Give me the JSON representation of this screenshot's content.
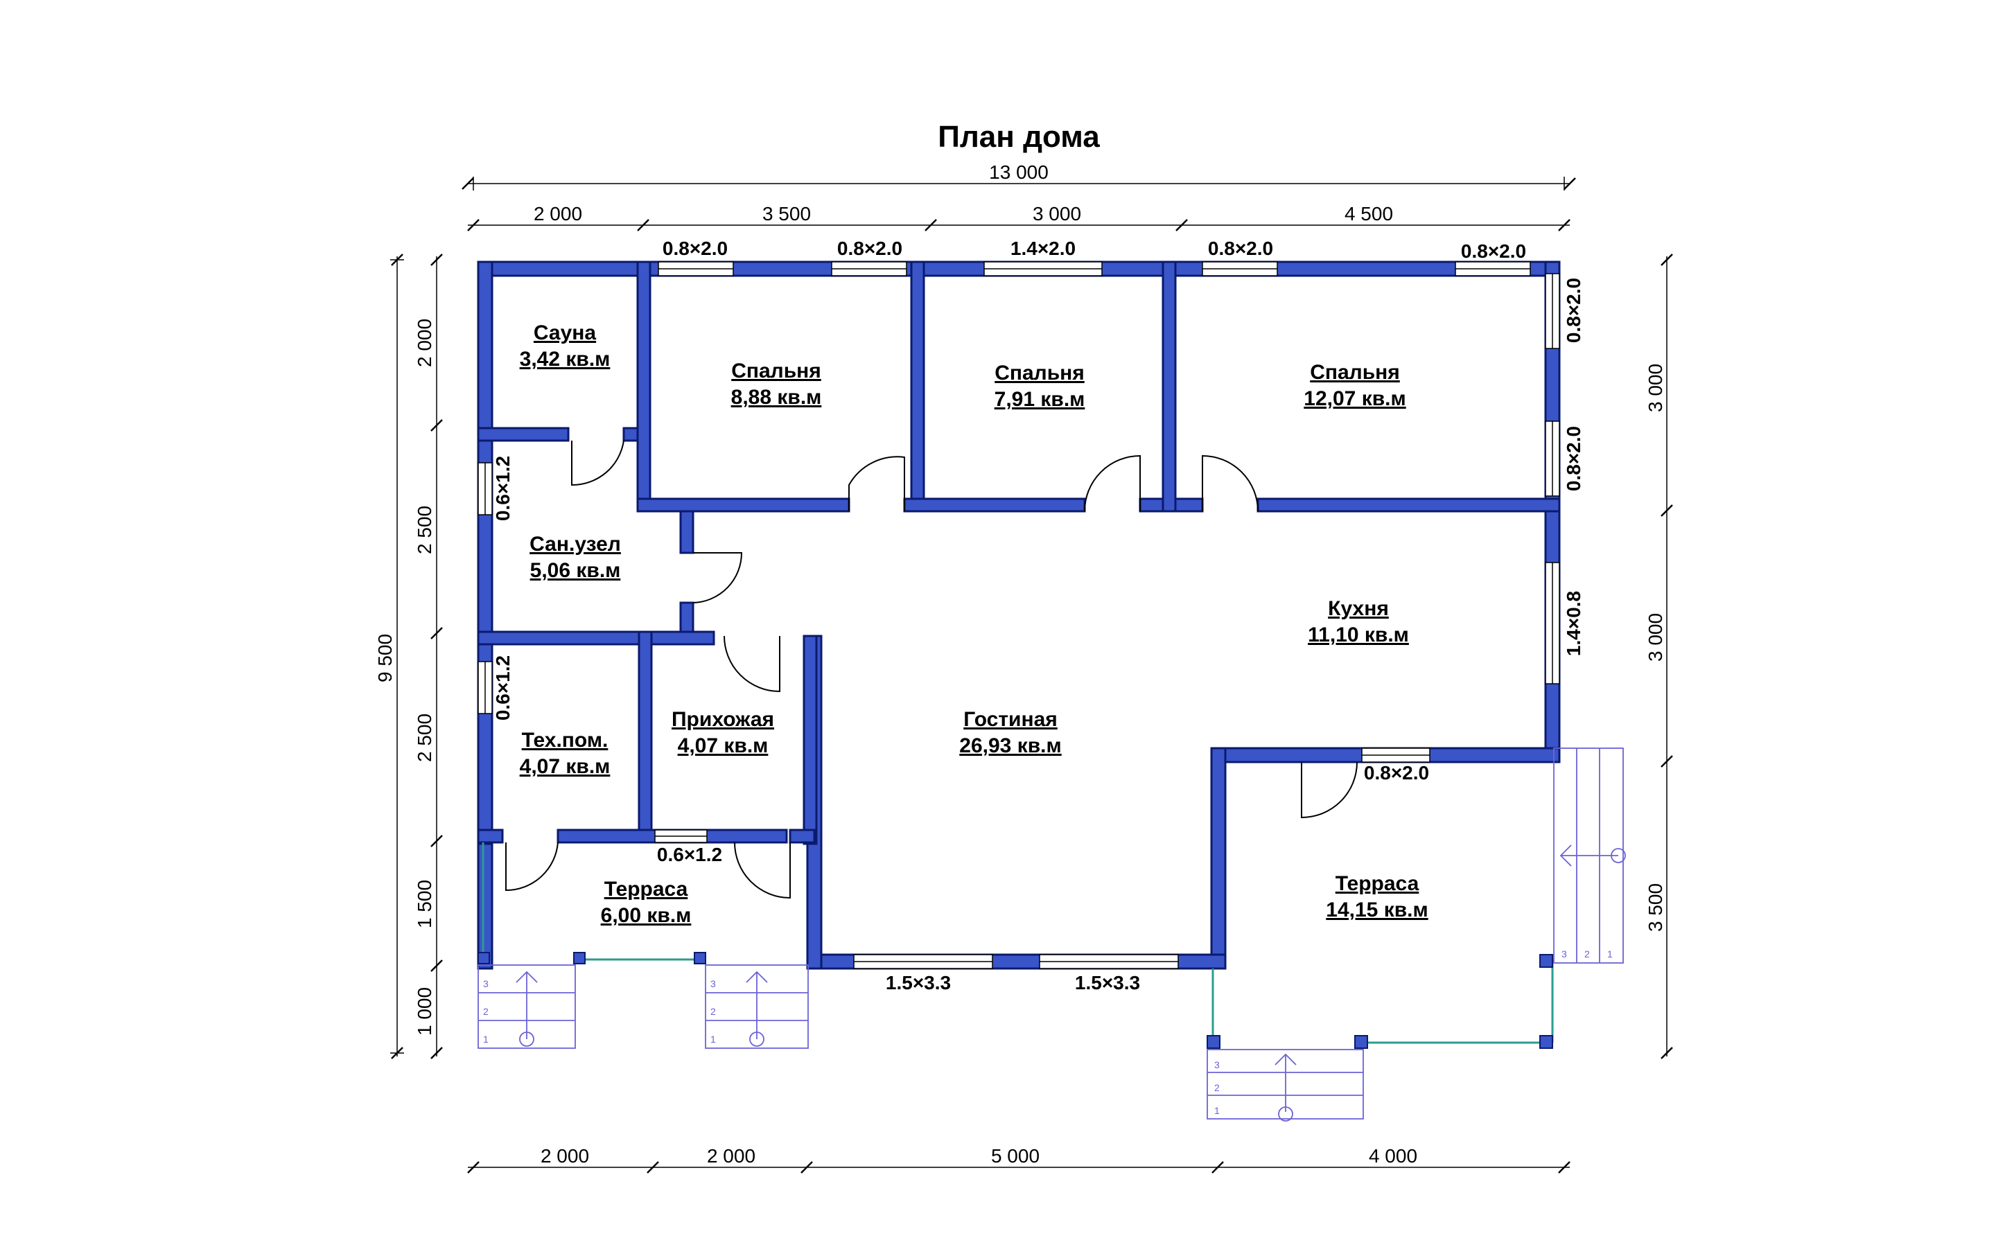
{
  "title": "План дома",
  "dimensions": {
    "top_total": "13 000",
    "top": [
      "2 000",
      "3 500",
      "3 000",
      "4 500"
    ],
    "bottom": [
      "2 000",
      "2 000",
      "5 000",
      "4 000"
    ],
    "left_total": "9 500",
    "left": [
      "2 000",
      "2 500",
      "2 500",
      "1 500",
      "1 000"
    ],
    "right": [
      "3 000",
      "3 000",
      "3 500"
    ]
  },
  "rooms": [
    {
      "name": "Сауна",
      "area": "3,42 кв.м"
    },
    {
      "name": "Спальня",
      "area": "8,88 кв.м"
    },
    {
      "name": "Спальня",
      "area": "7,91 кв.м"
    },
    {
      "name": "Спальня",
      "area": "12,07 кв.м"
    },
    {
      "name": "Сан.узел",
      "area": "5,06 кв.м"
    },
    {
      "name": "Кухня",
      "area": "11,10 кв.м"
    },
    {
      "name": "Тех.пом.",
      "area": "4,07 кв.м"
    },
    {
      "name": "Прихожая",
      "area": "4,07 кв.м"
    },
    {
      "name": "Гостиная",
      "area": "26,93 кв.м"
    },
    {
      "name": "Терраса",
      "area": "6,00 кв.м"
    },
    {
      "name": "Терраса",
      "area": "14,15 кв.м"
    }
  ],
  "openings": [
    "0.8×2.0",
    "0.8×2.0",
    "1.4×2.0",
    "0.8×2.0",
    "0.8×2.0",
    "0.8×2.0",
    "0.8×2.0",
    "1.4×0.8",
    "0.6×1.2",
    "0.6×1.2",
    "0.6×1.2",
    "0.8×2.0",
    "1.5×3.3",
    "1.5×3.3"
  ],
  "stairs": {
    "steps": [
      "3",
      "2",
      "1"
    ]
  }
}
